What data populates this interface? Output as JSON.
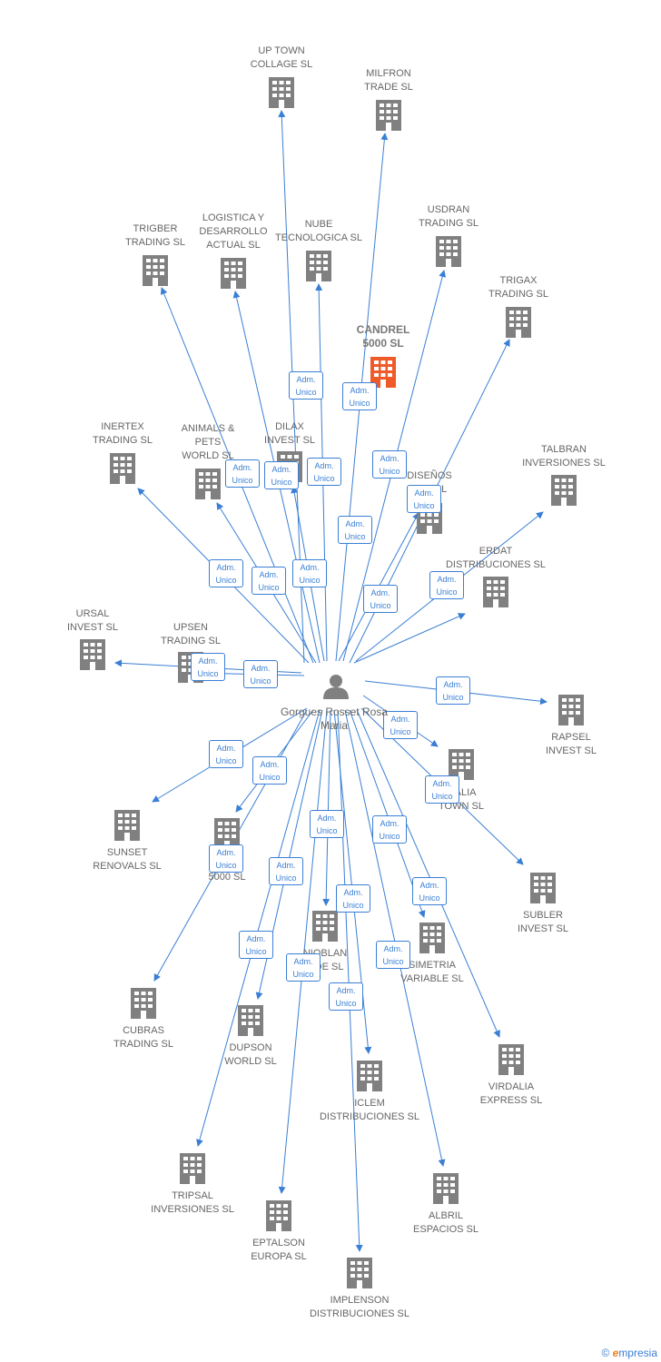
{
  "colors": {
    "edge": "#3a7fd5",
    "company": "#808080",
    "focus_company": "#f05a28",
    "person": "#808080"
  },
  "center": {
    "name": "Gorgues Rosset Rosa Maria",
    "icon": "person-icon"
  },
  "edge_label": {
    "line1": "Adm.",
    "line2": "Unico"
  },
  "companies": [
    {
      "id": "uptown",
      "name": "UP TOWN COLLAGE SL",
      "icon": "building-icon"
    },
    {
      "id": "milfron",
      "name": "MILFRON TRADE SL",
      "icon": "building-icon"
    },
    {
      "id": "usdran",
      "name": "USDRAN TRADING SL",
      "icon": "building-icon"
    },
    {
      "id": "trigax",
      "name": "TRIGAX TRADING SL",
      "icon": "building-icon"
    },
    {
      "id": "trigber",
      "name": "TRIGBER TRADING SL",
      "icon": "building-icon"
    },
    {
      "id": "logistica",
      "name": "LOGISTICA Y DESARROLLO ACTUAL SL",
      "icon": "building-icon"
    },
    {
      "id": "nube",
      "name": "NUBE TECNOLOGICA SL",
      "icon": "building-icon"
    },
    {
      "id": "candrel",
      "name": "CANDREL 5000 SL",
      "icon": "building-icon",
      "focus": true
    },
    {
      "id": "inertex",
      "name": "INERTEX TRADING SL",
      "icon": "building-icon"
    },
    {
      "id": "animals",
      "name": "ANIMALS & PETS WORLD SL",
      "icon": "building-icon"
    },
    {
      "id": "dilax",
      "name": "DILAX INVEST SL",
      "icon": "building-icon"
    },
    {
      "id": "disenos",
      "name": "DISEÑOS EF... SL",
      "icon": "building-icon"
    },
    {
      "id": "talbran",
      "name": "TALBRAN INVERSIONES SL",
      "icon": "building-icon"
    },
    {
      "id": "erdat",
      "name": "ERDAT DISTRIBUCIONES SL",
      "icon": "building-icon"
    },
    {
      "id": "ursal",
      "name": "URSAL INVEST SL",
      "icon": "building-icon"
    },
    {
      "id": "upsen",
      "name": "UPSEN TRADING SL",
      "icon": "building-icon"
    },
    {
      "id": "rapsel",
      "name": "RAPSEL INVEST SL",
      "icon": "building-icon"
    },
    {
      "id": "alia",
      "name": "...ALIA TOWN SL",
      "icon": "building-icon"
    },
    {
      "id": "sunset",
      "name": "SUNSET RENOVALS SL",
      "icon": "building-icon"
    },
    {
      "id": "ag5000",
      "name": "AG... 5000 SL",
      "icon": "building-icon"
    },
    {
      "id": "subler",
      "name": "SUBLER INVEST SL",
      "icon": "building-icon"
    },
    {
      "id": "nioblan",
      "name": "NIOBLAN ...DE SL",
      "icon": "building-icon"
    },
    {
      "id": "simetria",
      "name": "SIMETRIA VARIABLE SL",
      "icon": "building-icon"
    },
    {
      "id": "cubras",
      "name": "CUBRAS TRADING SL",
      "icon": "building-icon"
    },
    {
      "id": "dupson",
      "name": "DUPSON WORLD SL",
      "icon": "building-icon"
    },
    {
      "id": "virdalia",
      "name": "VIRDALIA EXPRESS SL",
      "icon": "building-icon"
    },
    {
      "id": "iclem",
      "name": "ICLEM DISTRIBUCIONES SL",
      "icon": "building-icon"
    },
    {
      "id": "tripsal",
      "name": "TRIPSAL INVERSIONES SL",
      "icon": "building-icon"
    },
    {
      "id": "albril",
      "name": "ALBRIL ESPACIOS SL",
      "icon": "building-icon"
    },
    {
      "id": "eptalson",
      "name": "EPTALSON EUROPA SL",
      "icon": "building-icon"
    },
    {
      "id": "implenson",
      "name": "IMPLENSON DISTRIBUCIONES SL",
      "icon": "building-icon"
    }
  ],
  "footer": {
    "copyright": "©",
    "brand_e": "e",
    "brand_rest": "mpresia"
  }
}
